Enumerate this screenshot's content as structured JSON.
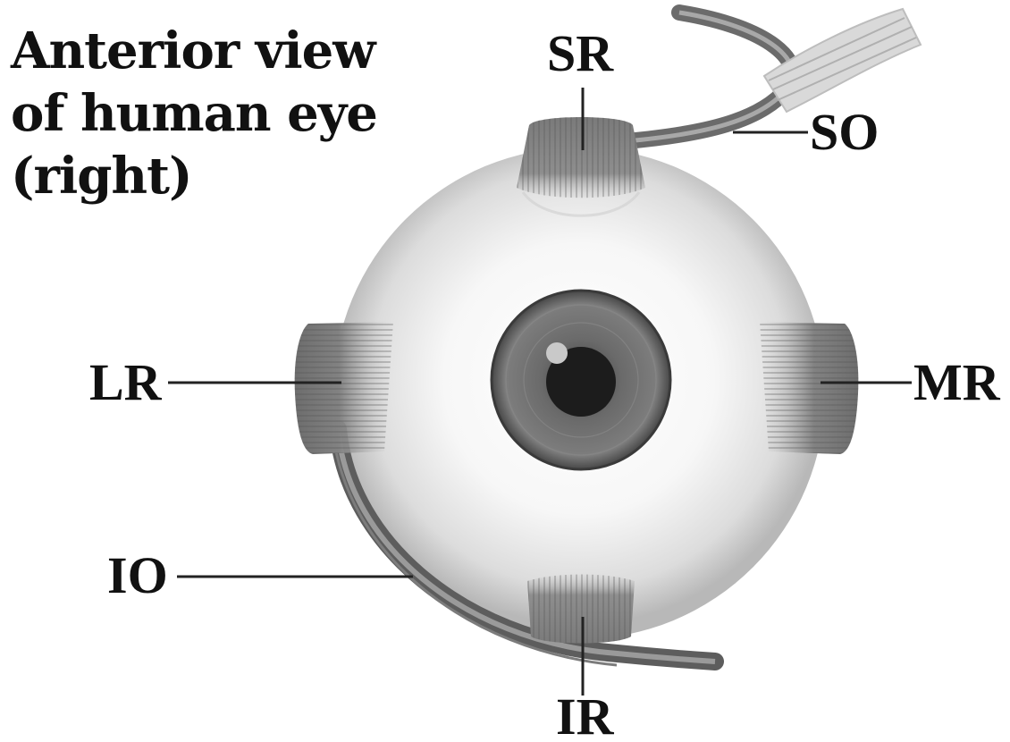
{
  "title": {
    "line1": "Anterior view",
    "line2": "of human eye",
    "line3": "(right)"
  },
  "labels": {
    "sr": "SR",
    "so": "SO",
    "lr": "LR",
    "mr": "MR",
    "io": "IO",
    "ir": "IR"
  },
  "colors": {
    "text": "#111111",
    "leader_line": "#222222",
    "muscle": "#6a6a6a",
    "iris": "#5b5b5b",
    "pupil": "#1c1c1c"
  }
}
